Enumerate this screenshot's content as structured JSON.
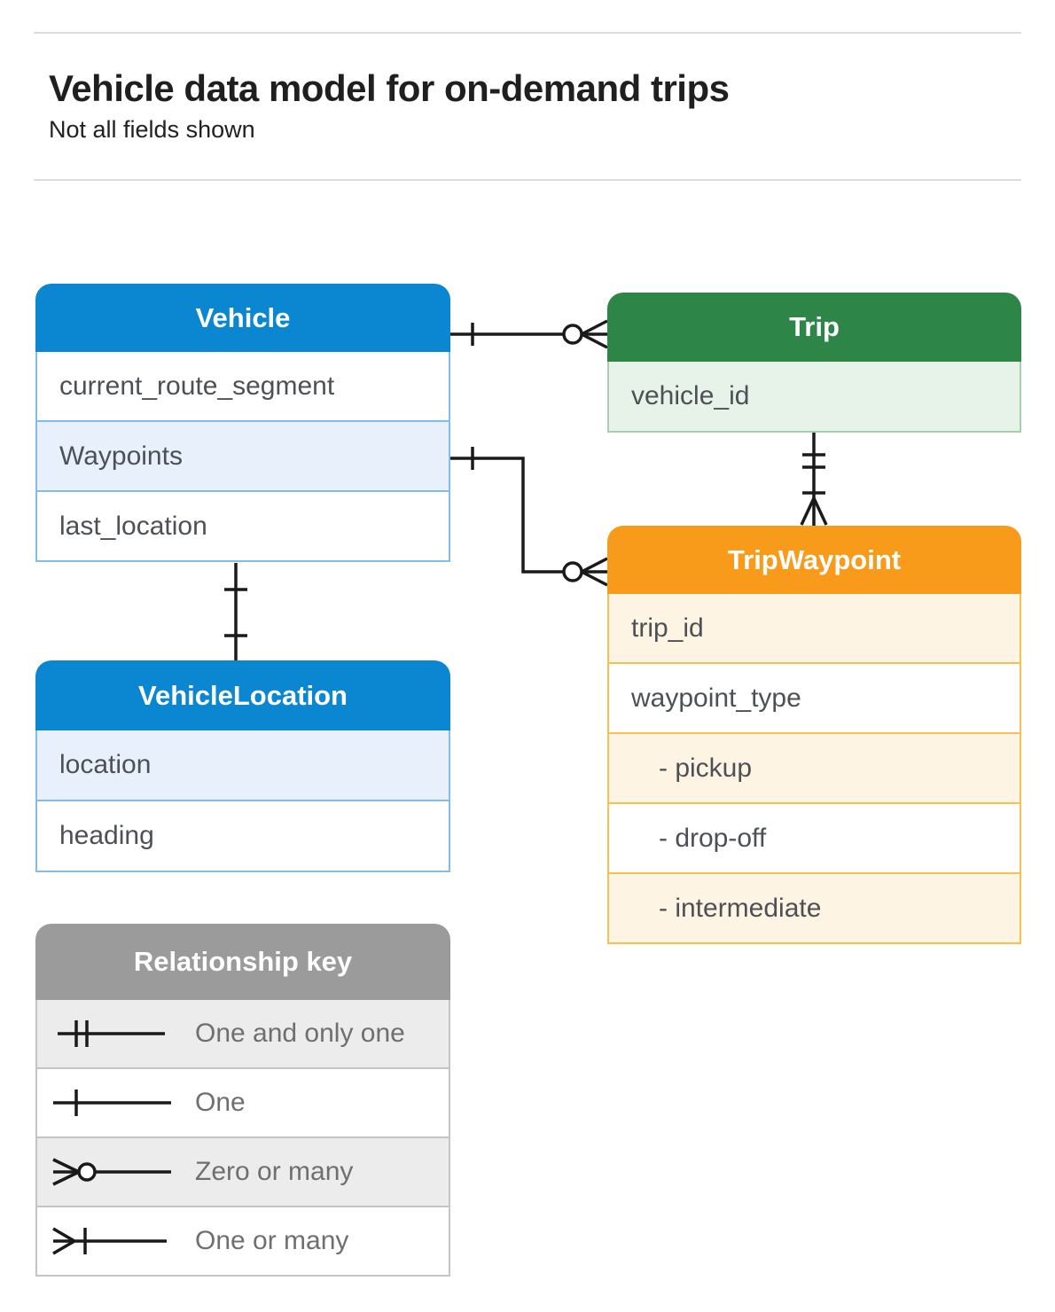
{
  "page": {
    "title": "Vehicle data model for on-demand trips",
    "subtitle": "Not all fields shown"
  },
  "entities": {
    "vehicle": {
      "title": "Vehicle",
      "rows": [
        "current_route_segment",
        "Waypoints",
        "last_location"
      ]
    },
    "trip": {
      "title": "Trip",
      "rows": [
        "vehicle_id"
      ]
    },
    "trip_waypoint": {
      "title": "TripWaypoint",
      "rows": [
        "trip_id",
        "waypoint_type",
        "- pickup",
        "- drop-off",
        "- intermediate"
      ]
    },
    "vehicle_location": {
      "title": "VehicleLocation",
      "rows": [
        "location",
        "heading"
      ]
    }
  },
  "legend": {
    "title": "Relationship key",
    "items": [
      {
        "symbol": "one-and-only-one",
        "label": "One and only one"
      },
      {
        "symbol": "one",
        "label": "One"
      },
      {
        "symbol": "zero-or-many",
        "label": "Zero or many"
      },
      {
        "symbol": "one-or-many",
        "label": "One or many"
      }
    ]
  },
  "relationships": [
    {
      "from": "Vehicle",
      "to": "Trip",
      "from_cardinality": "one",
      "to_cardinality": "zero-or-many"
    },
    {
      "from": "Vehicle.Waypoints",
      "to": "TripWaypoint",
      "from_cardinality": "one",
      "to_cardinality": "zero-or-many"
    },
    {
      "from": "Trip",
      "to": "TripWaypoint",
      "from_cardinality": "one-and-only-one",
      "to_cardinality": "one-or-many"
    },
    {
      "from": "Vehicle",
      "to": "VehicleLocation",
      "from_cardinality": "one",
      "to_cardinality": "one"
    }
  ],
  "colors": {
    "blue_header": "#0b87d1",
    "blue_row_tint": "#e8f1fb",
    "blue_border": "#85bbe8",
    "green_header": "#2d8647",
    "green_row_tint": "#e7f2e9",
    "green_border": "#a5cfad",
    "orange_header": "#f89b1b",
    "orange_row_tint": "#fdf4e3",
    "orange_border": "#f8c050",
    "gray_header": "#9b9b9b",
    "gray_row_tint": "#ececec",
    "gray_border": "#c4c4c4",
    "title_text": "#1f1f1f",
    "row_text": "#4d5156",
    "legend_text": "#6f6f6f",
    "connector_line": "#1a1a1a"
  }
}
